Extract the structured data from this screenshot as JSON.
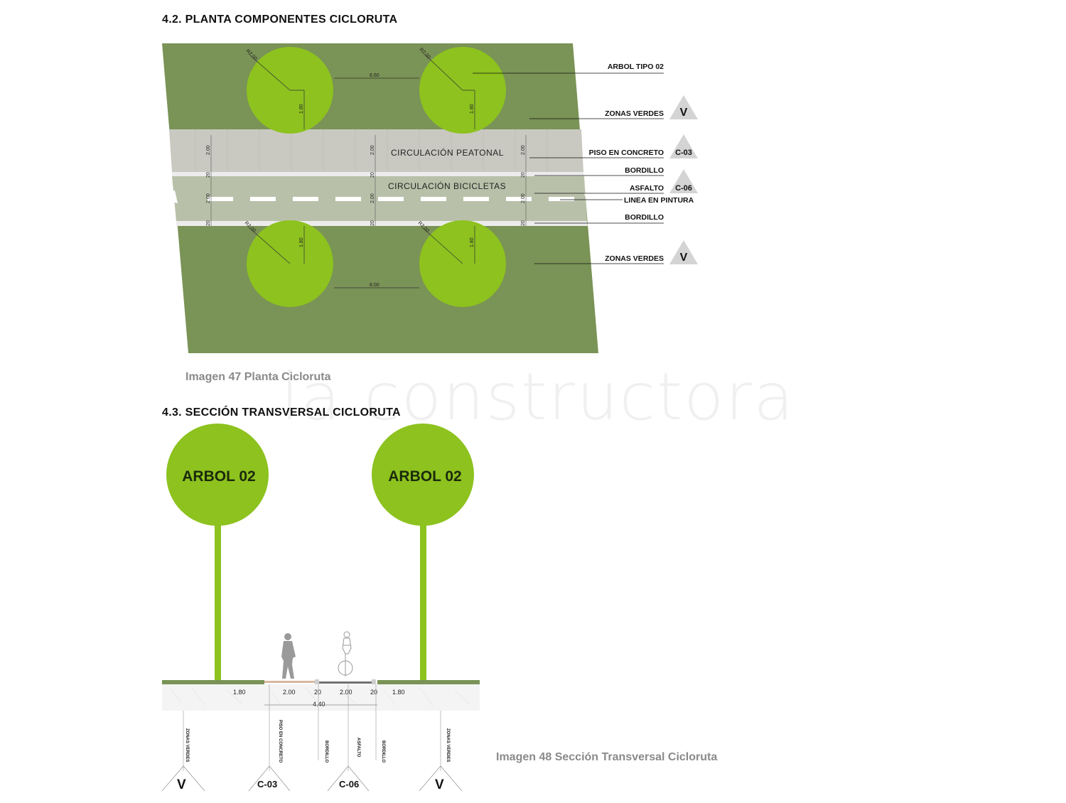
{
  "watermark": "la constructora",
  "section_plan": {
    "heading": "4.2. PLANTA COMPONENTES CICLORUTA",
    "caption": "Imagen 47 Planta Cicloruta",
    "zones": {
      "pedestrian": "CIRCULACIÓN PEATONAL",
      "bicycle": "CIRCULACIÓN BICICLETAS"
    },
    "tree_dims": {
      "radius": "R2.00",
      "spacing": "8.60",
      "spacing_bottom": "8.00",
      "offset": "1.80"
    },
    "band_dims": {
      "walk": "2.00",
      "curb": "20",
      "bike": "2.00"
    },
    "legend": [
      {
        "label": "ARBOL TIPO 02",
        "symbol": ""
      },
      {
        "label": "ZONAS VERDES",
        "symbol": "V"
      },
      {
        "label": "PISO EN CONCRETO",
        "symbol": "C-03"
      },
      {
        "label": "BORDILLO",
        "symbol": ""
      },
      {
        "label": "ASFALTO",
        "symbol": "C-06"
      },
      {
        "label": "LINEA EN PINTURA",
        "symbol": ""
      },
      {
        "label": "BORDILLO",
        "symbol": ""
      },
      {
        "label": "ZONAS VERDES",
        "symbol": "V"
      }
    ]
  },
  "section_cross": {
    "heading": "4.3. SECCIÓN TRANSVERSAL CICLORUTA",
    "caption": "Imagen 48 Sección Transversal Cicloruta",
    "tree_label": "ARBOL 02",
    "dims": [
      "1.80",
      "2.00",
      "20",
      "2.00",
      "20",
      "1.80"
    ],
    "total": "4.40",
    "callouts": [
      "ZONAS VERDES",
      "PISO EN CONCRETO",
      "BORDILLO",
      "ASFALTO",
      "BORDILLO",
      "ZONAS VERDES"
    ],
    "symbols": [
      "V",
      "C-03",
      "C-06",
      "V"
    ]
  },
  "colors": {
    "grass": "#7a9356",
    "tree": "#8dc21f",
    "walk": "#c9c9c1",
    "bike": "#b9c0a9",
    "curb": "#e8e8e8"
  }
}
